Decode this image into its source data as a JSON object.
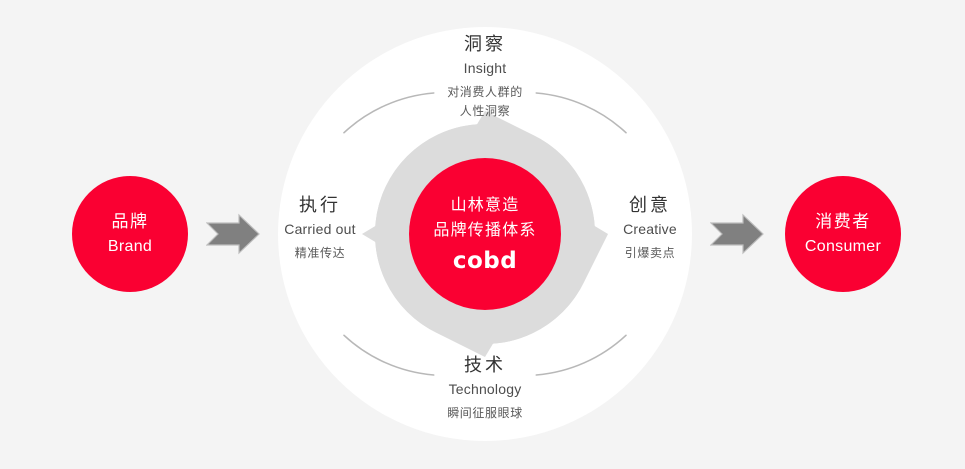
{
  "diagram": {
    "title": "山林意造品牌传播体系",
    "colors": {
      "background": "#f4f4f4",
      "accent_red": "#fa0032",
      "ring_gray": "#dcdcdc",
      "arc_gray": "#b8b8b8",
      "arrow_gray": "#808080",
      "circle_white": "#ffffff"
    }
  },
  "start_node": {
    "cn": "品牌",
    "en": "Brand"
  },
  "end_node": {
    "cn": "消费者",
    "en": "Consumer"
  },
  "core": {
    "line1": "山林意造",
    "line2": "品牌传播体系",
    "logo": "cobd"
  },
  "quadrants": {
    "top": {
      "cn": "洞察",
      "en": "Insight",
      "desc_line1": "对消费人群的",
      "desc_line2": "人性洞察"
    },
    "right": {
      "cn": "创意",
      "en": "Creative",
      "desc_line1": "引爆卖点",
      "desc_line2": ""
    },
    "bottom": {
      "cn": "技术",
      "en": "Technology",
      "desc_line1": "瞬间征服眼球",
      "desc_line2": ""
    },
    "left": {
      "cn": "执行",
      "en": "Carried out",
      "desc_line1": "精准传达",
      "desc_line2": ""
    }
  },
  "connectors": {
    "left_arrow": "arrow-right-icon",
    "right_arrow": "arrow-right-icon"
  }
}
